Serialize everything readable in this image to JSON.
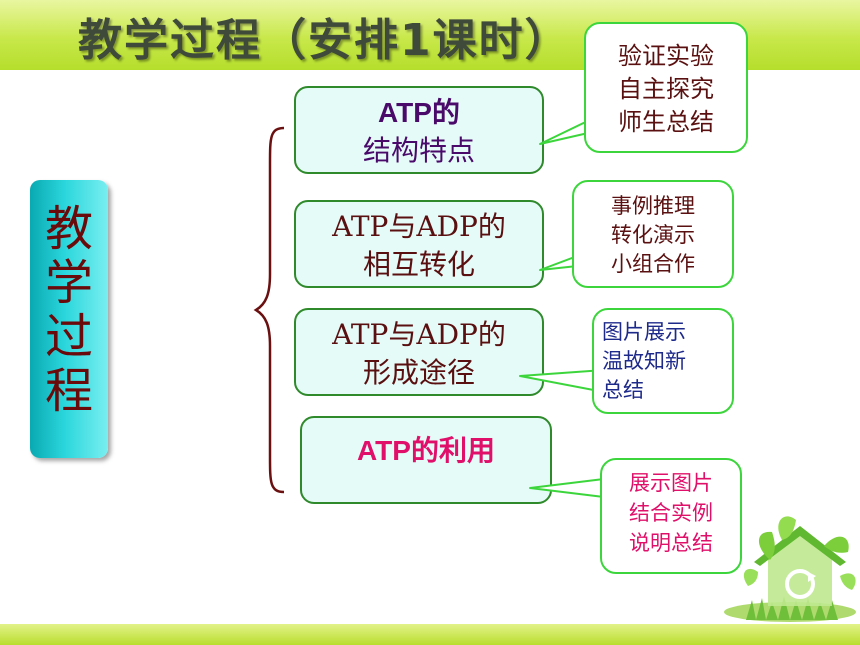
{
  "title": "教学过程（安排1课时）",
  "side_label": "教学过程",
  "topics": [
    {
      "lines": [
        "ATP的",
        "结构特点"
      ]
    },
    {
      "lines": [
        "ATP与ADP的",
        "相互转化"
      ]
    },
    {
      "lines": [
        "ATP与ADP的",
        "形成途径"
      ]
    },
    {
      "lines": [
        "ATP的利用"
      ]
    }
  ],
  "callouts": [
    {
      "lines": [
        "验证实验",
        "自主探究",
        "师生总结"
      ]
    },
    {
      "lines": [
        "事例推理",
        "转化演示",
        "小组合作"
      ]
    },
    {
      "lines": [
        "图片展示",
        "温故知新",
        "总结"
      ]
    },
    {
      "lines": [
        "展示图片",
        "结合实例",
        "说明总结"
      ]
    }
  ],
  "colors": {
    "band": "#b9de2e",
    "side_box": "#2bd7dc",
    "topic_border": "#2f8a2b",
    "callout_border": "#3cd63c",
    "accent_pink": "#e0106a",
    "accent_blue": "#1e2a8a"
  },
  "icons": {
    "decoration": "eco-house-recycle-icon"
  }
}
